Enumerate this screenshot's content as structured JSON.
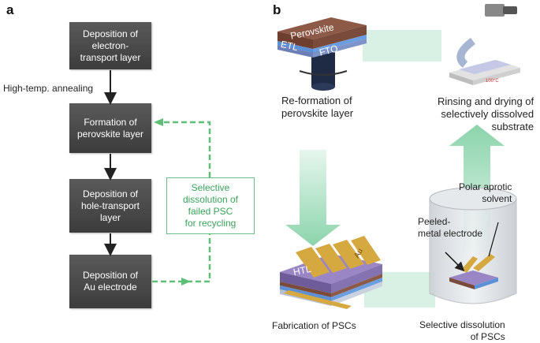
{
  "panel_a": {
    "letter": "a",
    "steps": [
      "Deposition of\nelectron-\ntransport layer",
      "Formation of\nperovskite layer",
      "Deposition of\nhole-transport\nlayer",
      "Deposition of\nAu electrode"
    ],
    "annealing_label": "High-temp. annealing",
    "recycle_label": "Selective\ndissolution of\nfailed PSC\nfor recycling"
  },
  "panel_b": {
    "letter": "b",
    "layer_perovskite": "Perovskite",
    "layer_etl": "ETL",
    "layer_fto": "FTO",
    "layer_htl": "HTL",
    "layer_au": "Au",
    "temp_label": "100°C",
    "caption_reformation": "Re-formation of\nperovskite layer",
    "caption_rinsing": "Rinsing and drying of\nselectively dissolved\nsubstrate",
    "caption_solvent": "Polar aprotic\nsolvent",
    "caption_peeled": "Peeled-\nmetal electrode",
    "caption_fabrication": "Fabrication of PSCs",
    "caption_dissolution": "Selective dissolution\nof PSCs"
  },
  "colors": {
    "box_dark": "#4a4a4a",
    "green": "#5cbf75",
    "perovskite": "#7a4a3a",
    "etl": "#5b8fd6",
    "htl": "#9a86c4",
    "gold": "#d6a840"
  }
}
